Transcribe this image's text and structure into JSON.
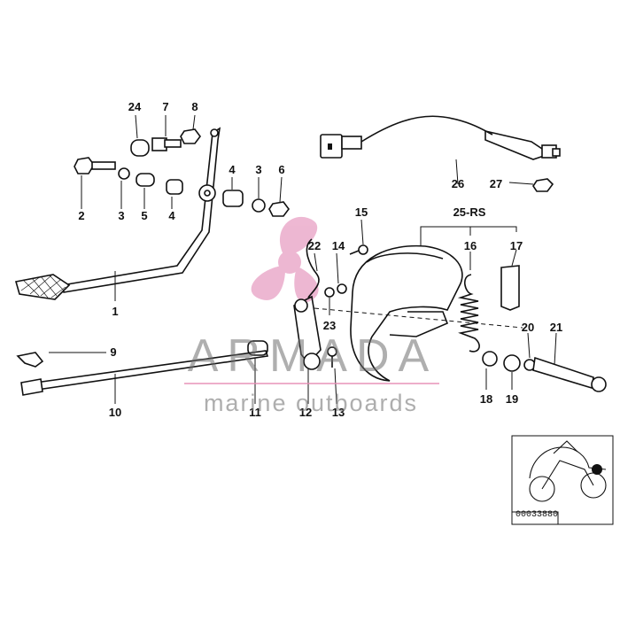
{
  "labels": {
    "p1": "1",
    "p2": "2",
    "p3a": "3",
    "p3b": "3",
    "p4a": "4",
    "p4b": "4",
    "p5": "5",
    "p6": "6",
    "p7": "7",
    "p8": "8",
    "p9": "9",
    "p10": "10",
    "p11": "11",
    "p12": "12",
    "p13": "13",
    "p14": "14",
    "p15": "15",
    "p16": "16",
    "p17": "17",
    "p18": "18",
    "p19": "19",
    "p20": "20",
    "p21": "21",
    "p22": "22",
    "p23": "23",
    "p24": "24",
    "p25": "25-RS",
    "p26": "26",
    "p27": "27"
  },
  "watermark": {
    "brand": "ARMADA",
    "tagline": "marine outboards"
  },
  "reference_number": "00033880",
  "colors": {
    "watermark_pink": "#e8a0c4",
    "line": "#111111"
  }
}
